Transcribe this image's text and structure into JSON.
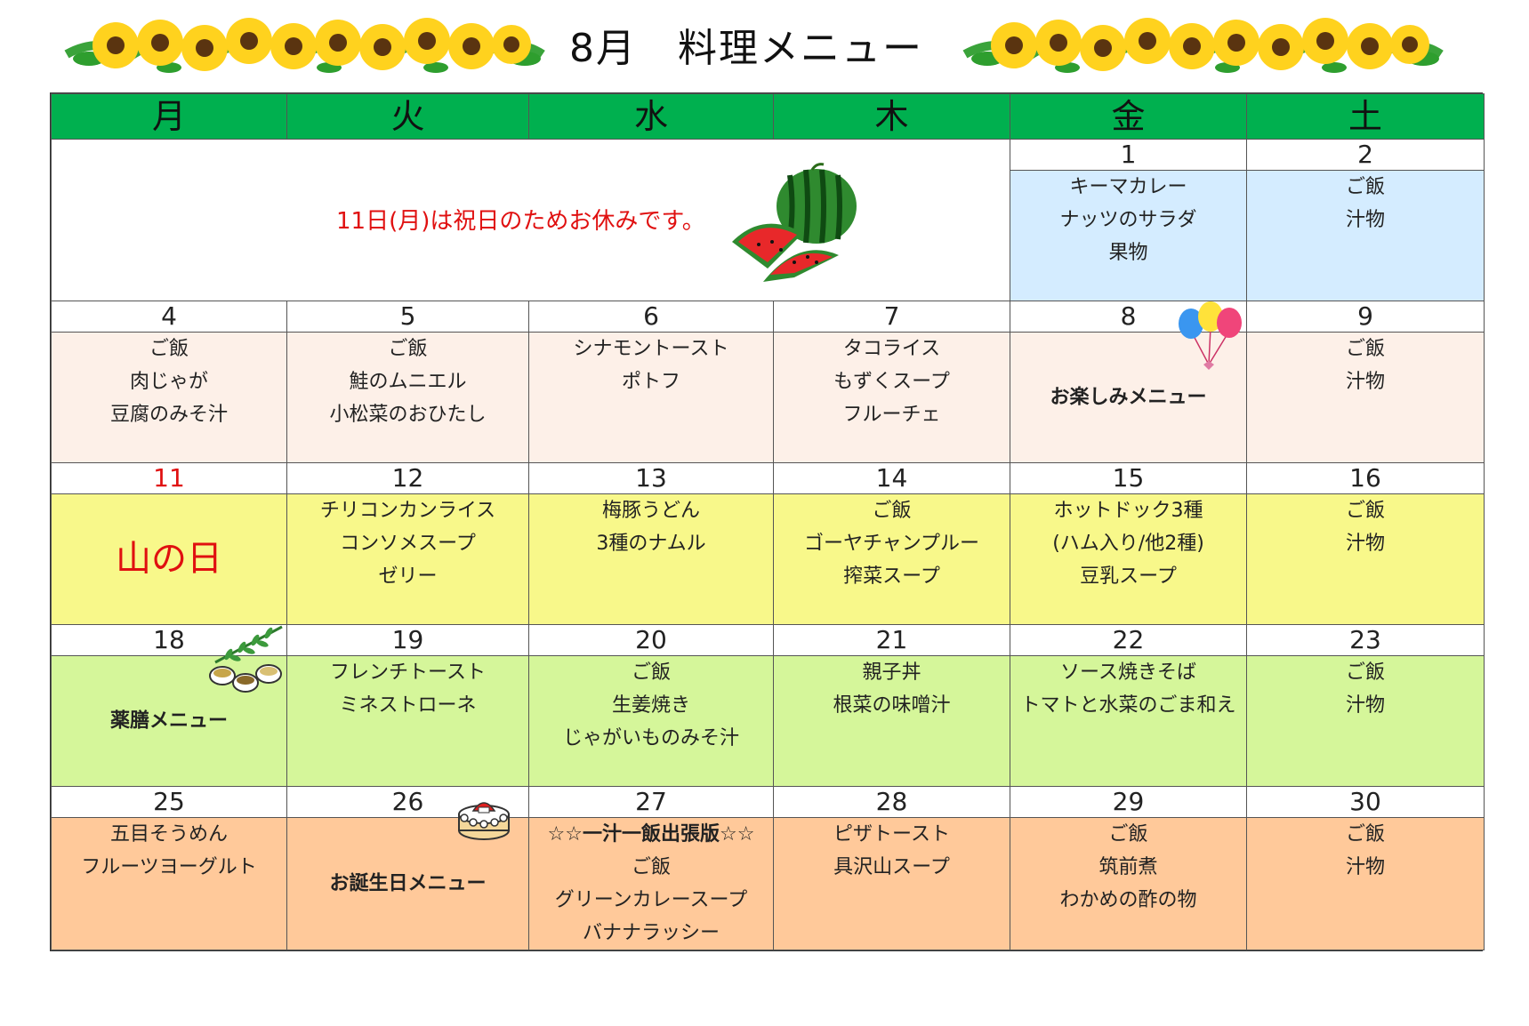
{
  "title": "8月　料理メニュー",
  "weekdays": [
    "月",
    "火",
    "水",
    "木",
    "金",
    "土"
  ],
  "notice": "11日(月)は祝日のためお休みです。",
  "week1": {
    "fri": {
      "day": "1",
      "items": [
        "キーマカレー",
        "ナッツのサラダ",
        "果物"
      ]
    },
    "sat": {
      "day": "2",
      "items": [
        "ご飯",
        "汁物"
      ]
    }
  },
  "week2": {
    "mon": {
      "day": "4",
      "items": [
        "ご飯",
        "肉じゃが",
        "豆腐のみそ汁"
      ]
    },
    "tue": {
      "day": "5",
      "items": [
        "ご飯",
        "鮭のムニエル",
        "小松菜のおひたし"
      ]
    },
    "wed": {
      "day": "6",
      "items": [
        "シナモントースト",
        "ポトフ"
      ]
    },
    "thu": {
      "day": "7",
      "items": [
        "タコライス",
        "もずくスープ",
        "フルーチェ"
      ]
    },
    "fri": {
      "day": "8",
      "special": "お楽しみメニュー"
    },
    "sat": {
      "day": "9",
      "items": [
        "ご飯",
        "汁物"
      ]
    }
  },
  "week3": {
    "mon": {
      "day": "11",
      "holiday": "山の日"
    },
    "tue": {
      "day": "12",
      "items": [
        "チリコンカンライス",
        "コンソメスープ",
        "ゼリー"
      ]
    },
    "wed": {
      "day": "13",
      "items": [
        "梅豚うどん",
        "3種のナムル"
      ]
    },
    "thu": {
      "day": "14",
      "items": [
        "ご飯",
        "ゴーヤチャンプルー",
        "搾菜スープ"
      ]
    },
    "fri": {
      "day": "15",
      "items": [
        "ホットドック3種",
        "(ハム入り/他2種)",
        "豆乳スープ"
      ]
    },
    "sat": {
      "day": "16",
      "items": [
        "ご飯",
        "汁物"
      ]
    }
  },
  "week4": {
    "mon": {
      "day": "18",
      "special": "薬膳メニュー"
    },
    "tue": {
      "day": "19",
      "items": [
        "フレンチトースト",
        "ミネストローネ"
      ]
    },
    "wed": {
      "day": "20",
      "items": [
        "ご飯",
        "生姜焼き",
        "じゃがいものみそ汁"
      ]
    },
    "thu": {
      "day": "21",
      "items": [
        "親子丼",
        "根菜の味噌汁"
      ]
    },
    "fri": {
      "day": "22",
      "items": [
        "ソース焼きそば",
        "トマトと水菜のごま和え"
      ]
    },
    "sat": {
      "day": "23",
      "items": [
        "ご飯",
        "汁物"
      ]
    }
  },
  "week5": {
    "mon": {
      "day": "25",
      "items": [
        "五目そうめん",
        "フルーツヨーグルト"
      ]
    },
    "tue": {
      "day": "26",
      "special": "お誕生日メニュー"
    },
    "wed": {
      "day": "27",
      "headline": "☆☆一汁一飯出張版☆☆",
      "items": [
        "ご飯",
        "グリーンカレースープ",
        "バナナラッシー"
      ]
    },
    "thu": {
      "day": "28",
      "items": [
        "ピザトースト",
        "具沢山スープ"
      ]
    },
    "fri": {
      "day": "29",
      "items": [
        "ご飯",
        "筑前煮",
        "わかめの酢の物"
      ]
    },
    "sat": {
      "day": "30",
      "items": [
        "ご飯",
        "汁物"
      ]
    }
  },
  "colors": {
    "header_green": "#00b04f",
    "week1": "#d4ecff",
    "week2": "#fdf0e8",
    "week3": "#f8f88a",
    "week4": "#d5f69a",
    "week5": "#ffc99a",
    "holiday_red": "#e01010"
  },
  "icons": [
    "sunflower-garland-icon",
    "watermelon-icon",
    "balloons-icon",
    "herbs-icon",
    "birthday-cake-icon"
  ]
}
